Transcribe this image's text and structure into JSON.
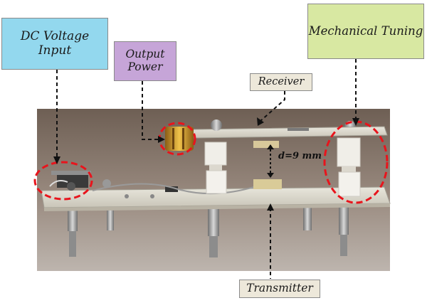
{
  "labels": {
    "dc_voltage_input": "DC Voltage Input",
    "output_power": "Output\nPower",
    "mechanical_tuning": "Mechanical Tuning",
    "receiver": "Receiver",
    "transmitter": "Transmitter",
    "distance": "d=9 mm"
  },
  "colors": {
    "dc_box": "#93d8ee",
    "output_box": "#c6a5d8",
    "mechanical_box": "#d8e8a2",
    "receiver_box": "#ede8da",
    "transmitter_box": "#ede8da",
    "highlight_circle": "#e8141c",
    "arrow": "#111111"
  },
  "icons": [
    "photo-of-device",
    "dashed-arrow",
    "dashed-highlight-circle"
  ]
}
